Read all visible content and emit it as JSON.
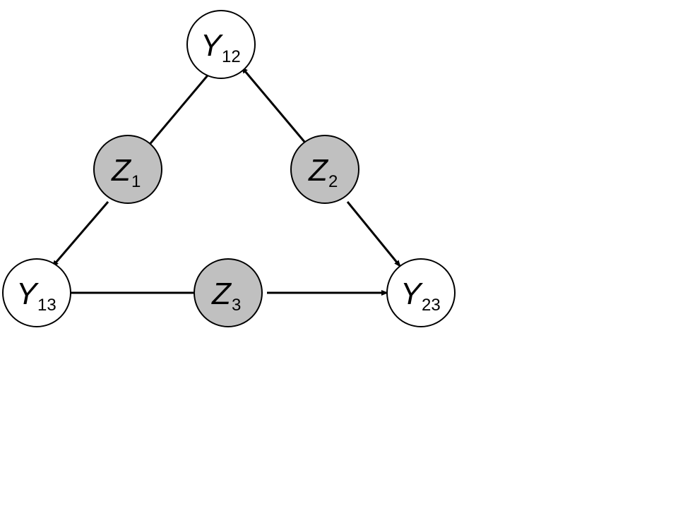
{
  "diagram": {
    "colors": {
      "latent_fill": "#c0c0c0",
      "observed_fill": "#ffffff",
      "stroke": "#000000"
    },
    "nodes": {
      "y12": {
        "letter": "Y",
        "sub": "12",
        "kind": "observed"
      },
      "y13": {
        "letter": "Y",
        "sub": "13",
        "kind": "observed"
      },
      "y23": {
        "letter": "Y",
        "sub": "23",
        "kind": "observed"
      },
      "z1": {
        "letter": "Z",
        "sub": "1",
        "kind": "latent"
      },
      "z2": {
        "letter": "Z",
        "sub": "2",
        "kind": "latent"
      },
      "z3": {
        "letter": "Z",
        "sub": "3",
        "kind": "latent"
      }
    },
    "edges": [
      {
        "from": "z1",
        "to": "y12"
      },
      {
        "from": "z1",
        "to": "y13"
      },
      {
        "from": "z2",
        "to": "y12"
      },
      {
        "from": "z2",
        "to": "y23"
      },
      {
        "from": "z3",
        "to": "y13"
      },
      {
        "from": "z3",
        "to": "y23"
      }
    ]
  }
}
